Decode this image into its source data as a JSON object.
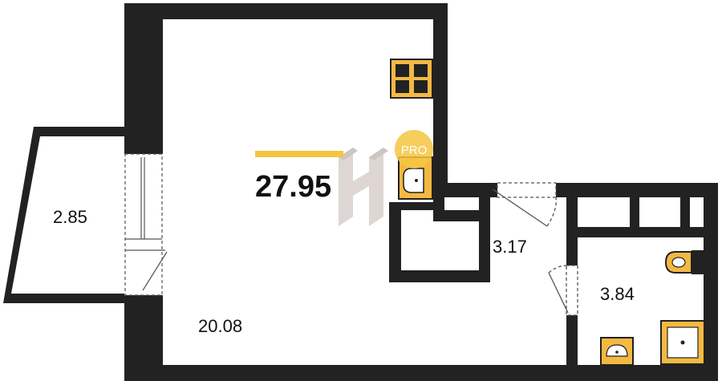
{
  "total_area": "27.95",
  "rooms": [
    {
      "id": "main-room",
      "area": "20.08"
    },
    {
      "id": "balcony",
      "area": "2.85"
    },
    {
      "id": "hallway",
      "area": "3.17"
    },
    {
      "id": "bathroom",
      "area": "3.84"
    }
  ],
  "badge": {
    "text": "PRO"
  },
  "colors": {
    "wall": "#222222",
    "fixture_fill": "#f4b942",
    "accent_bar": "#f4c542",
    "badge": "#f4c542",
    "watermark": "#d8d0cc",
    "background": "#ffffff"
  }
}
